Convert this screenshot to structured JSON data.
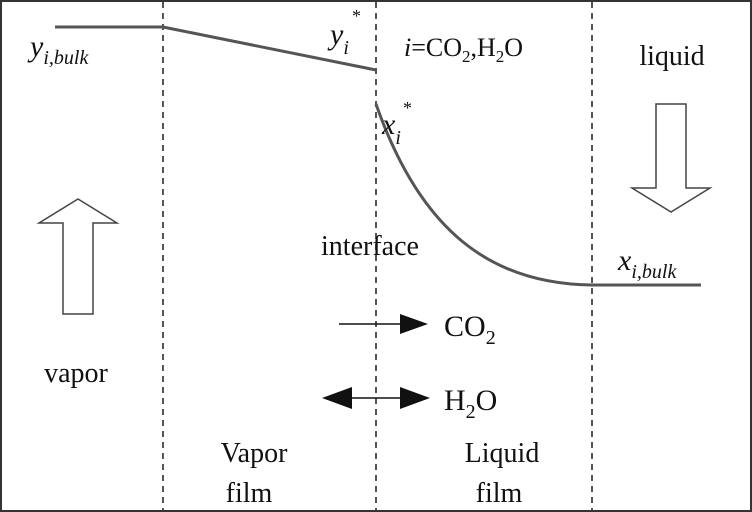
{
  "labels": {
    "y_bulk": {
      "base": "y",
      "sub": "i,bulk"
    },
    "y_star": {
      "base": "y",
      "sub": "i",
      "sup": "*"
    },
    "species": {
      "var": "i",
      "eq": "=CO",
      "sub1": "2",
      "mid": ",H",
      "sub2": "2",
      "end": "O"
    },
    "liquid": "liquid",
    "x_star": {
      "base": "x",
      "sub": "i",
      "sup": "*"
    },
    "interface": "interface",
    "x_bulk": {
      "base": "x",
      "sub": "i,bulk"
    },
    "co2": {
      "main": "CO",
      "sub": "2"
    },
    "h2o": {
      "pre": "H",
      "sub": "2",
      "post": "O"
    },
    "vapor": "vapor",
    "vapor_film": [
      "Vapor",
      "film"
    ],
    "liquid_film": [
      "Liquid",
      "film"
    ]
  },
  "colors": {
    "profile": "#555555",
    "divider": "#555555",
    "frame": "#333333",
    "flow_arrow": "#444444",
    "transfer_arrow": "#111111"
  },
  "icons": {
    "vapor_flow": "hollow-up-arrow",
    "liquid_flow": "hollow-down-arrow",
    "co2_transfer": "right-arrow",
    "h2o_transfer": "double-arrow"
  }
}
